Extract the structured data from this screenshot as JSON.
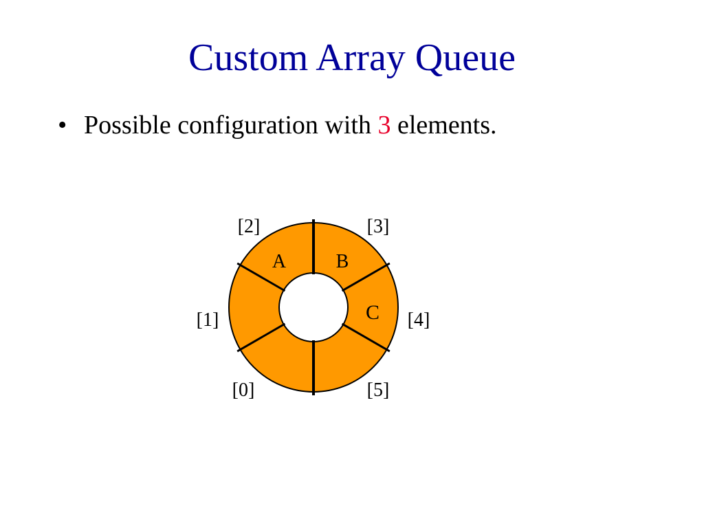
{
  "title": "Custom Array Queue",
  "bullet": {
    "marker": "•",
    "text_before": "Possible configuration with ",
    "highlight": "3",
    "text_after": " elements."
  },
  "diagram": {
    "colors": {
      "ring_fill": "#ff9900",
      "title": "#000099",
      "highlight": "#e8002a"
    },
    "slot_labels": [
      "[0]",
      "[1]",
      "[2]",
      "[3]",
      "[4]",
      "[5]"
    ],
    "elements": [
      {
        "slot": 2,
        "value": "A"
      },
      {
        "slot": 3,
        "value": "B"
      },
      {
        "slot": 4,
        "value": "C"
      }
    ]
  }
}
